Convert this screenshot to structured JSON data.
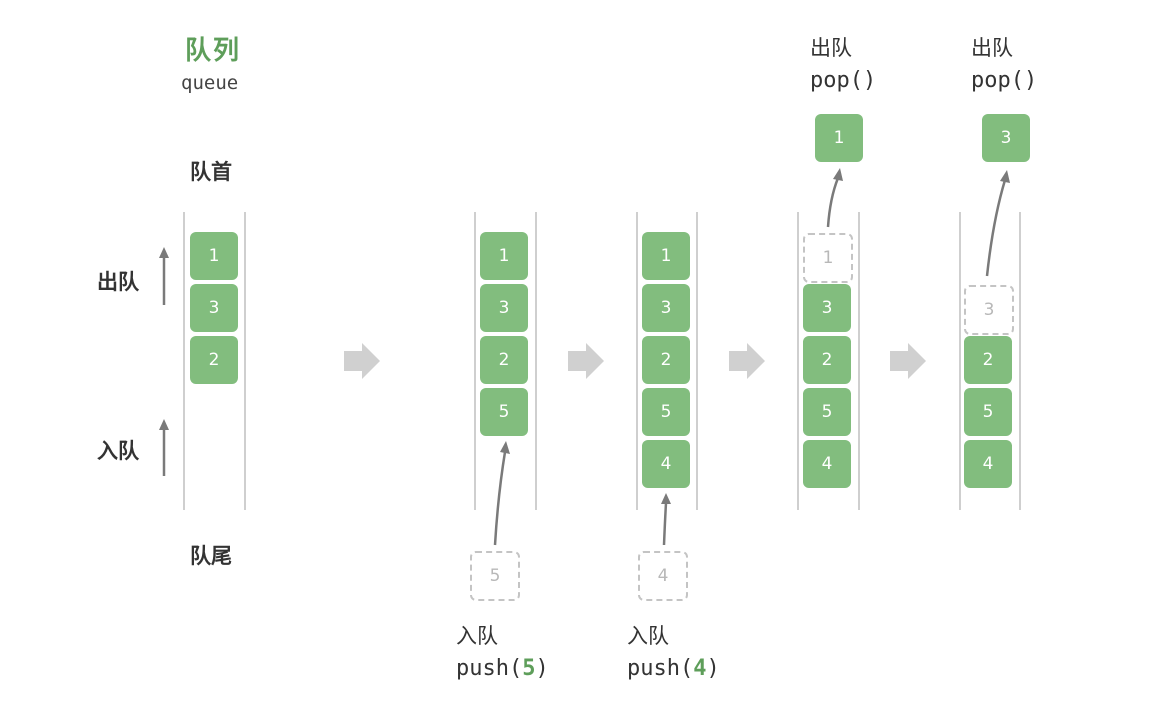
{
  "title": "队列",
  "subtitle": "queue",
  "labels": {
    "head": "队首",
    "tail": "队尾",
    "dequeue": "出队",
    "enqueue": "入队"
  },
  "stacks": [
    {
      "items": [
        "1",
        "3",
        "2"
      ]
    },
    {
      "items": [
        "1",
        "3",
        "2",
        "5"
      ],
      "pushed": "5",
      "op_cn": "入队",
      "op_code": "push(",
      "op_arg": "5",
      "op_close": ")"
    },
    {
      "items": [
        "1",
        "3",
        "2",
        "5",
        "4"
      ],
      "pushed": "4",
      "op_cn": "入队",
      "op_code": "push(",
      "op_arg": "4",
      "op_close": ")"
    },
    {
      "items": [
        "3",
        "2",
        "5",
        "4"
      ],
      "removed": "1",
      "popped": "1",
      "op_cn": "出队",
      "op_code": "pop()"
    },
    {
      "items": [
        "2",
        "5",
        "4"
      ],
      "removed": "3",
      "popped": "3",
      "op_cn": "出队",
      "op_code": "pop()"
    }
  ],
  "colors": {
    "box": "#82bd7e",
    "accent": "#5e9e5a",
    "arrow": "#7a7a7a",
    "step_arrow": "#d0d0d0"
  },
  "icons": [
    "up-arrow-icon",
    "step-arrow-icon",
    "curved-arrow-icon"
  ]
}
